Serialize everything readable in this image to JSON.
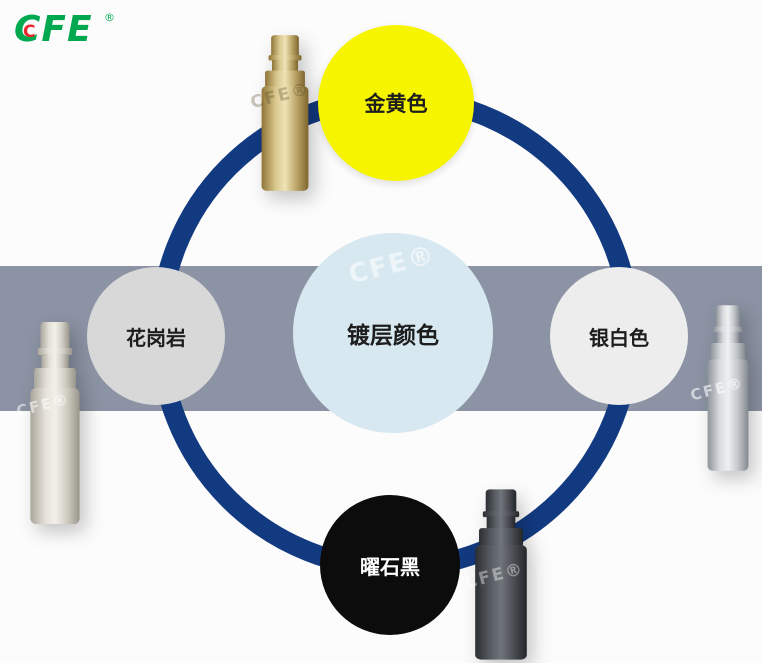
{
  "logo": {
    "text": "CFE",
    "accent": "C",
    "registered": "®",
    "green": "#00a94f",
    "red": "#e8262d"
  },
  "diagram": {
    "center": {
      "label": "镀层颜色",
      "bg": "#d7e8f1"
    },
    "nodes": [
      {
        "position": "top",
        "label": "金黄色",
        "bg": "#f7f400",
        "text_color": "#1d1d1d"
      },
      {
        "position": "left",
        "label": "花岗岩",
        "bg": "#d8d8d8",
        "text_color": "#1d1d1d"
      },
      {
        "position": "right",
        "label": "银白色",
        "bg": "#ededed",
        "text_color": "#1d1d1d"
      },
      {
        "position": "bottom",
        "label": "曜石黑",
        "bg": "#0c0c0c",
        "text_color": "#ffffff"
      }
    ],
    "ring_color": "#123a80",
    "band_color": "#8b93a4"
  },
  "watermark": {
    "text": "CFE®"
  },
  "products": [
    {
      "name": "gold-plated-pin"
    },
    {
      "name": "granite-white-pin"
    },
    {
      "name": "silver-white-pin"
    },
    {
      "name": "obsidian-black-pin"
    }
  ]
}
